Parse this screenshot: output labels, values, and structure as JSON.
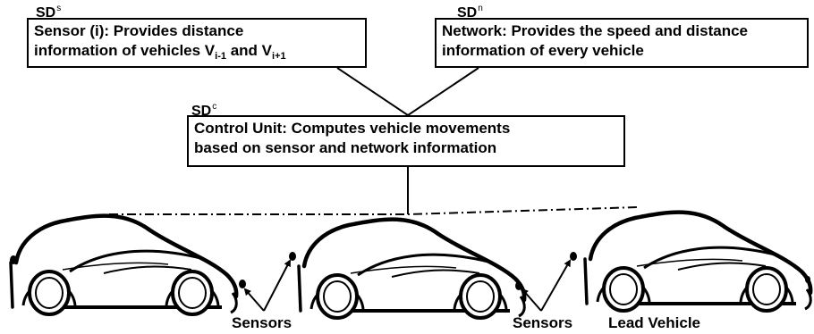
{
  "labels": {
    "sd_s": {
      "base": "SD",
      "sup": "s"
    },
    "sd_n": {
      "base": "SD",
      "sup": "n"
    },
    "sd_c": {
      "base": "SD",
      "sup": "c"
    }
  },
  "boxes": {
    "sensor": {
      "line1": "Sensor (i): Provides distance",
      "line2_pre": "information of vehicles V",
      "sub1": "i-1",
      "mid": " and V",
      "sub2": "i+1"
    },
    "network": {
      "line1": "Network: Provides the speed and distance",
      "line2": "information of every vehicle"
    },
    "control": {
      "line1": "Control Unit: Computes vehicle movements",
      "line2": "based on sensor and network information"
    }
  },
  "captions": {
    "sensors_left": "Sensors",
    "sensors_right": "Sensors",
    "lead_vehicle": "Lead Vehicle"
  }
}
